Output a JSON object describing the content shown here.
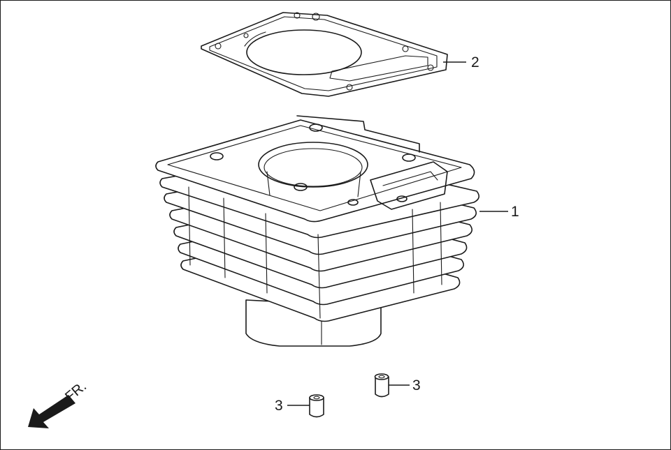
{
  "callouts": {
    "cylinder": "1",
    "gasket": "2",
    "dowel_right": "3",
    "dowel_left": "3"
  },
  "front_indicator": "FR.",
  "colors": {
    "line": "#1a1a1a",
    "background": "#ffffff"
  }
}
